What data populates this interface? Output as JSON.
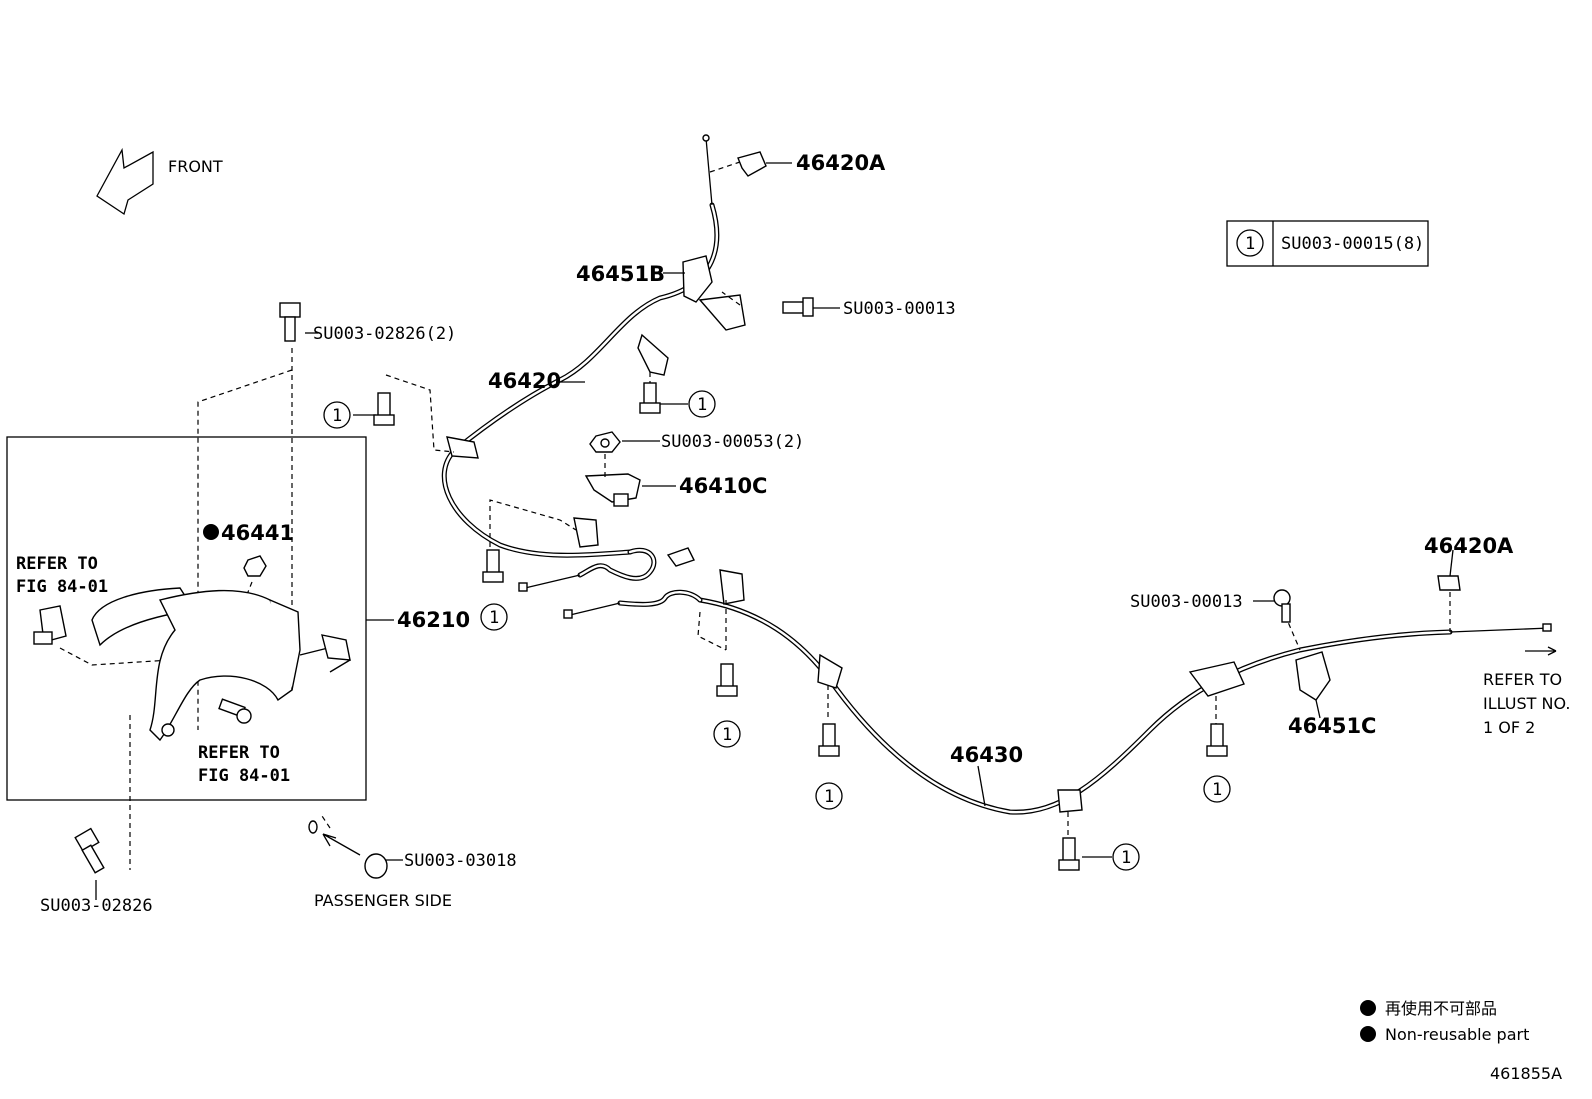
{
  "front_label": "FRONT",
  "legend": {
    "num": "1",
    "code": "SU003-00015(8)"
  },
  "callout_num": "1",
  "parts": {
    "p46420A_top": "46420A",
    "p46451B": "46451B",
    "su00013_top": "SU003-00013",
    "su02826_2": "SU003-02826(2)",
    "p46420": "46420",
    "su00053_2": "SU003-00053(2)",
    "p46410C": "46410C",
    "p46441": "46441",
    "p46210": "46210",
    "p46420A_right": "46420A",
    "su00013_right": "SU003-00013",
    "p46451C": "46451C",
    "p46430": "46430",
    "su03018": "SU003-03018",
    "su02826": "SU003-02826"
  },
  "notes": {
    "refer_left_1": "REFER TO",
    "refer_left_2": "FIG 84-01",
    "refer_bottom_1": "REFER TO",
    "refer_bottom_2": "FIG 84-01",
    "refer_illust_1": "REFER TO",
    "refer_illust_2": "ILLUST NO.",
    "refer_illust_3": "1 OF 2",
    "passenger_side": "PASSENGER SIDE"
  },
  "key": {
    "jp": "再使用不可部品",
    "en": "Non-reusable part"
  },
  "figure_id": "461855A"
}
